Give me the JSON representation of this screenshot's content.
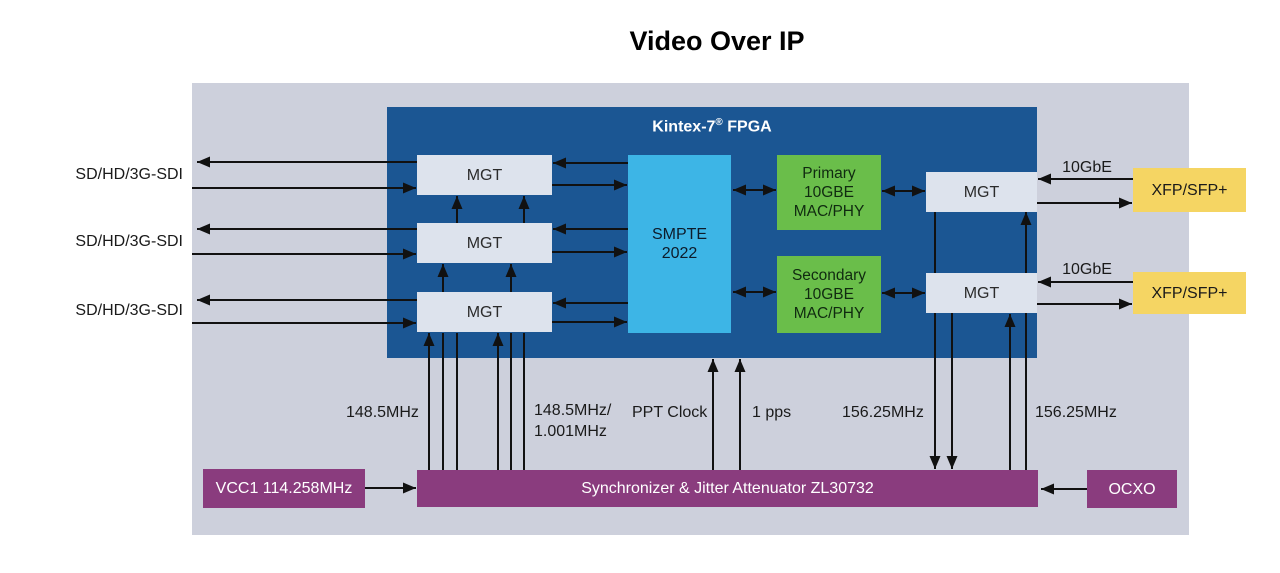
{
  "title": "Video Over IP",
  "blocks": {
    "fpga_name": "Kintex-7",
    "fpga_reg": "®",
    "fpga_suffix": " FPGA",
    "mgt": [
      "MGT",
      "MGT",
      "MGT",
      "MGT",
      "MGT"
    ],
    "smpte": [
      "SMPTE",
      "2022"
    ],
    "primary_mac": [
      "Primary",
      "10GBE",
      "MAC/PHY"
    ],
    "secondary_mac": [
      "Secondary",
      "10GBE",
      "MAC/PHY"
    ],
    "xfp": [
      "XFP/SFP+",
      "XFP/SFP+"
    ],
    "vcc1": "VCC1 114.258MHz",
    "synchronizer": "Synchronizer & Jitter Attenuator ZL30732",
    "ocxo": "OCXO"
  },
  "ports": {
    "sdi": [
      "SD/HD/3G-SDI",
      "SD/HD/3G-SDI",
      "SD/HD/3G-SDI"
    ],
    "tengbe": [
      "10GbE",
      "10GbE"
    ]
  },
  "clocks": {
    "left_148_5": "148.5MHz",
    "left_148_5_alt_line1": "148.5MHz/",
    "left_148_5_alt_line2": "1.001MHz",
    "ppt": "PPT Clock",
    "pps": "1 pps",
    "right_156_25_left": "156.25MHz",
    "right_156_25_right": "156.25MHz"
  },
  "colors": {
    "panel_bg": "#cdd0dc",
    "fpga_blue": "#1b5693",
    "mgt_gray": "#dde3ed",
    "smpte_cyan": "#3db5e6",
    "mac_green": "#6abe4a",
    "xfp_yellow": "#f5d563",
    "clock_purple": "#8a3c7e",
    "arrow_black": "#111111"
  }
}
